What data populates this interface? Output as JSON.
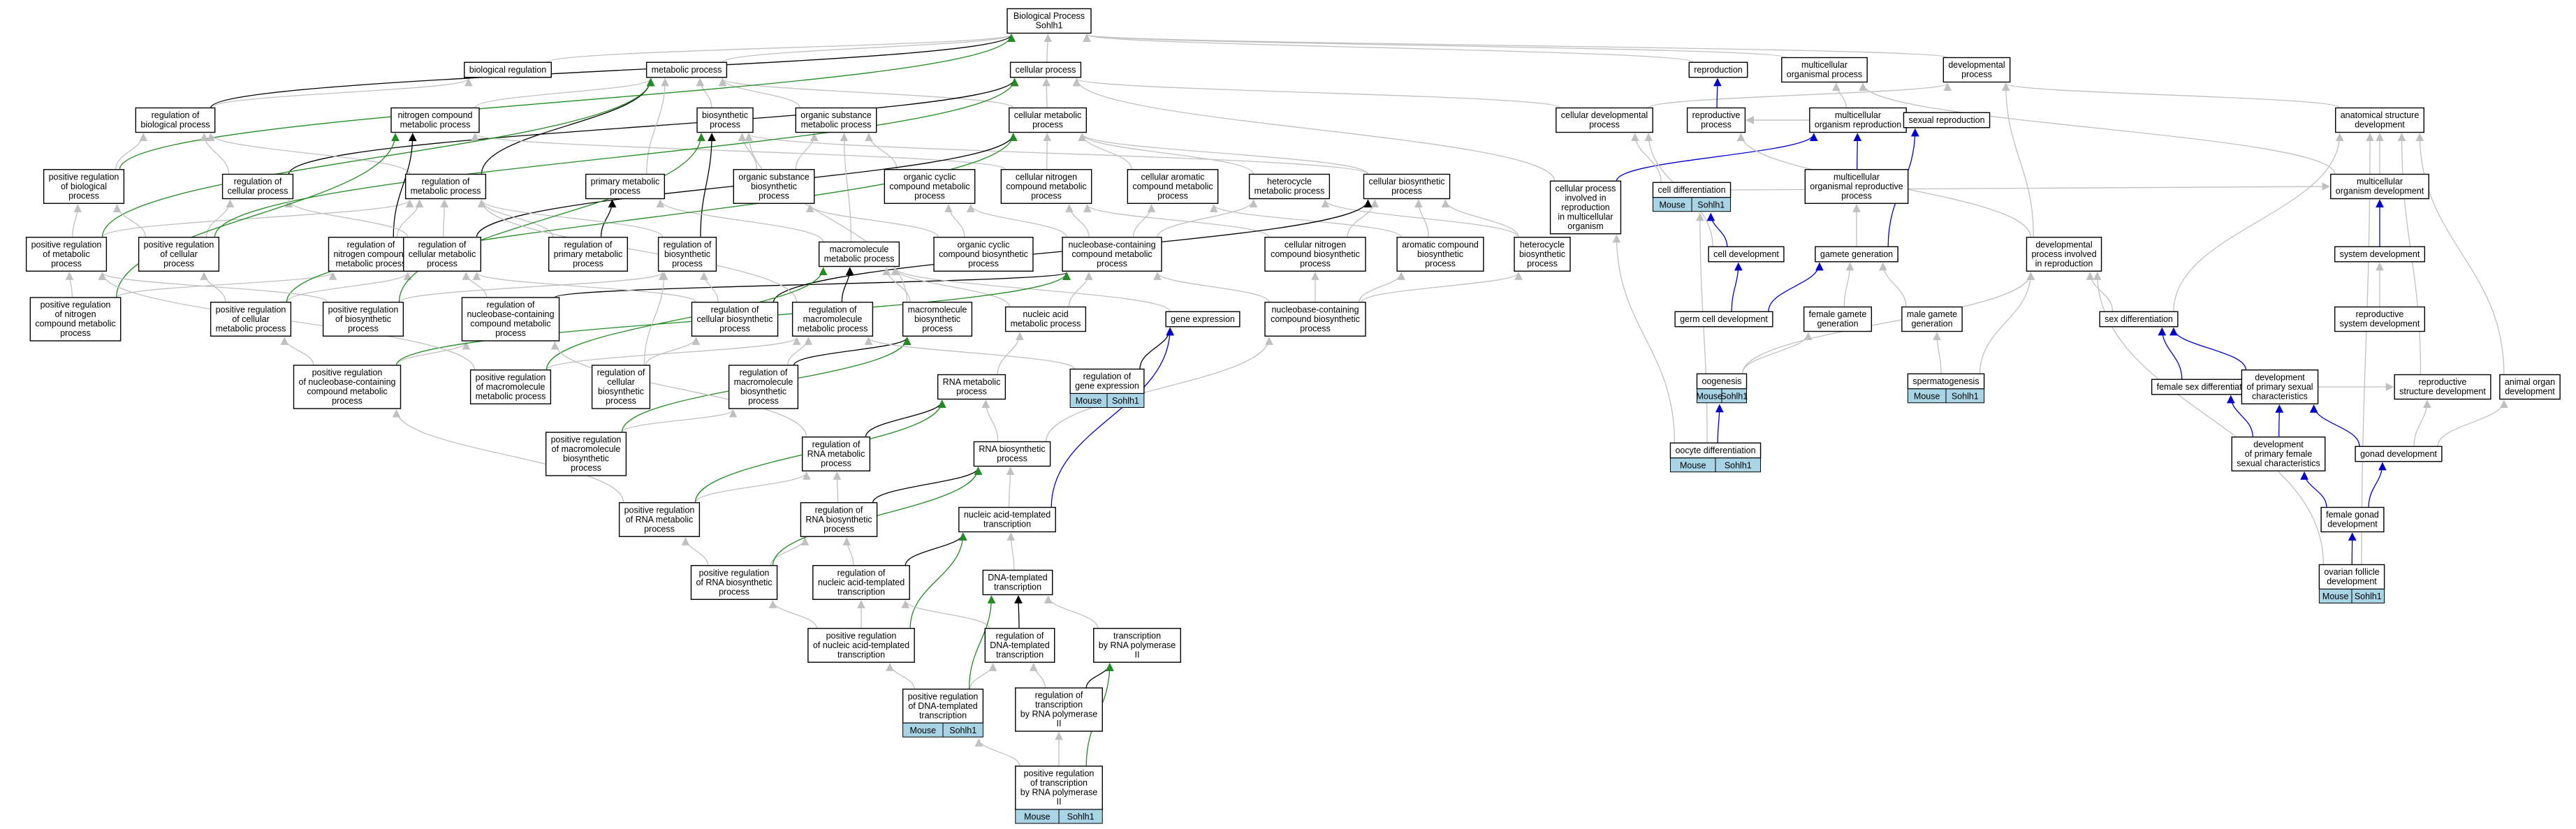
{
  "graph_title": "",
  "colors": {
    "is_a": "#c0c0c0",
    "part_of": "#000000",
    "positively_regulates": "#228b22",
    "regulates": "#000000",
    "annotation": "#0000cc",
    "annotation_fill": "#a8d4e6"
  },
  "annotation_labels": [
    "Mouse",
    "Sohlh1"
  ],
  "nodes": [
    {
      "id": "bp",
      "label": [
        "Biological Process",
        "Sohlh1"
      ]
    },
    {
      "id": "biol_reg",
      "label": [
        "biological regulation"
      ]
    },
    {
      "id": "metab",
      "label": [
        "metabolic process"
      ]
    },
    {
      "id": "cellular",
      "label": [
        "cellular process"
      ]
    },
    {
      "id": "reproduction",
      "label": [
        "reproduction"
      ]
    },
    {
      "id": "multi_org",
      "label": [
        "multicellular",
        "organismal process"
      ]
    },
    {
      "id": "devel",
      "label": [
        "developmental",
        "process"
      ]
    },
    {
      "id": "reg_biol",
      "label": [
        "regulation of",
        "biological process"
      ]
    },
    {
      "id": "nitrogen",
      "label": [
        "nitrogen compound",
        "metabolic process"
      ]
    },
    {
      "id": "biosynth",
      "label": [
        "biosynthetic",
        "process"
      ]
    },
    {
      "id": "org_sub",
      "label": [
        "organic substance",
        "metabolic process"
      ]
    },
    {
      "id": "cell_met",
      "label": [
        "cellular metabolic",
        "process"
      ]
    },
    {
      "id": "cell_dev",
      "label": [
        "cellular developmental",
        "process"
      ]
    },
    {
      "id": "repro_proc",
      "label": [
        "reproductive",
        "process"
      ]
    },
    {
      "id": "multi_repro",
      "label": [
        "multicellular",
        "organism reproduction"
      ]
    },
    {
      "id": "sexual_repro",
      "label": [
        "sexual reproduction"
      ]
    },
    {
      "id": "anat_dev",
      "label": [
        "anatomical structure",
        "development"
      ]
    },
    {
      "id": "pos_reg_biol",
      "label": [
        "positive regulation",
        "of biological",
        "process"
      ]
    },
    {
      "id": "reg_cell",
      "label": [
        "regulation of",
        "cellular process"
      ]
    },
    {
      "id": "reg_metab",
      "label": [
        "regulation of",
        "metabolic process"
      ]
    },
    {
      "id": "primary_met",
      "label": [
        "primary metabolic",
        "process"
      ]
    },
    {
      "id": "org_sub_bio",
      "label": [
        "organic substance",
        "biosynthetic",
        "process"
      ]
    },
    {
      "id": "org_cyc",
      "label": [
        "organic cyclic",
        "compound metabolic",
        "process"
      ]
    },
    {
      "id": "cell_nitro",
      "label": [
        "cellular nitrogen",
        "compound metabolic",
        "process"
      ]
    },
    {
      "id": "cell_arom",
      "label": [
        "cellular aromatic",
        "compound metabolic",
        "process"
      ]
    },
    {
      "id": "hetero_met",
      "label": [
        "heterocycle",
        "metabolic process"
      ]
    },
    {
      "id": "cell_bio",
      "label": [
        "cellular biosynthetic",
        "process"
      ]
    },
    {
      "id": "cp_repro",
      "label": [
        "cellular process",
        "involved in",
        "reproduction",
        "in multicellular",
        "organism"
      ]
    },
    {
      "id": "cell_diff",
      "label": [
        "cell differentiation"
      ]
    },
    {
      "id": "multi_repro_proc",
      "label": [
        "multicellular",
        "organismal reproductive",
        "process"
      ]
    },
    {
      "id": "multi_dev",
      "label": [
        "multicellular",
        "organism development"
      ]
    },
    {
      "id": "pos_reg_met",
      "label": [
        "positive regulation",
        "of metabolic",
        "process"
      ]
    },
    {
      "id": "pos_reg_cell",
      "label": [
        "positive regulation",
        "of cellular",
        "process"
      ]
    },
    {
      "id": "reg_nitro",
      "label": [
        "regulation of",
        "nitrogen compound",
        "metabolic process"
      ]
    },
    {
      "id": "reg_cell_met",
      "label": [
        "regulation of",
        "cellular metabolic",
        "process"
      ]
    },
    {
      "id": "reg_prim",
      "label": [
        "regulation of",
        "primary metabolic",
        "process"
      ]
    },
    {
      "id": "reg_bio",
      "label": [
        "regulation of",
        "biosynthetic",
        "process"
      ]
    },
    {
      "id": "macro_met",
      "label": [
        "macromolecule",
        "metabolic process"
      ]
    },
    {
      "id": "org_cyc_bio",
      "label": [
        "organic cyclic",
        "compound biosynthetic",
        "process"
      ]
    },
    {
      "id": "nucl_met",
      "label": [
        "nucleobase-containing",
        "compound metabolic",
        "process"
      ]
    },
    {
      "id": "cell_nitro_bio",
      "label": [
        "cellular nitrogen",
        "compound biosynthetic",
        "process"
      ]
    },
    {
      "id": "arom_bio",
      "label": [
        "aromatic compound",
        "biosynthetic",
        "process"
      ]
    },
    {
      "id": "hetero_bio",
      "label": [
        "heterocycle",
        "biosynthetic",
        "process"
      ]
    },
    {
      "id": "cell_devproc",
      "label": [
        "cell development"
      ]
    },
    {
      "id": "gamete_gen",
      "label": [
        "gamete generation"
      ]
    },
    {
      "id": "dev_repro",
      "label": [
        "developmental",
        "process involved",
        "in reproduction"
      ]
    },
    {
      "id": "system_dev",
      "label": [
        "system development"
      ]
    },
    {
      "id": "pos_reg_nitro",
      "label": [
        "positive regulation",
        "of nitrogen",
        "compound metabolic",
        "process"
      ]
    },
    {
      "id": "pos_reg_cellmet",
      "label": [
        "positive regulation",
        "of cellular",
        "metabolic process"
      ]
    },
    {
      "id": "pos_reg_bio",
      "label": [
        "positive regulation",
        "of biosynthetic",
        "process"
      ]
    },
    {
      "id": "reg_nucl_met",
      "label": [
        "regulation of",
        "nucleobase-containing",
        "compound metabolic",
        "process"
      ]
    },
    {
      "id": "reg_cell_bio",
      "label": [
        "regulation of",
        "cellular biosynthetic",
        "process"
      ]
    },
    {
      "id": "reg_macro_met",
      "label": [
        "regulation of",
        "macromolecule",
        "metabolic process"
      ]
    },
    {
      "id": "macro_bio",
      "label": [
        "macromolecule",
        "biosynthetic",
        "process"
      ]
    },
    {
      "id": "nucl_acid_met",
      "label": [
        "nucleic acid",
        "metabolic process"
      ]
    },
    {
      "id": "gene_expr",
      "label": [
        "gene expression"
      ]
    },
    {
      "id": "nucl_bio",
      "label": [
        "nucleobase-containing",
        "compound biosynthetic",
        "process"
      ]
    },
    {
      "id": "germ_cell_dev",
      "label": [
        "germ cell development"
      ]
    },
    {
      "id": "female_gamete",
      "label": [
        "female gamete",
        "generation"
      ]
    },
    {
      "id": "male_gamete",
      "label": [
        "male gamete",
        "generation"
      ]
    },
    {
      "id": "sex_diff",
      "label": [
        "sex differentiation"
      ]
    },
    {
      "id": "repro_sys_dev",
      "label": [
        "reproductive",
        "system development"
      ]
    },
    {
      "id": "pos_reg_nucl",
      "label": [
        "positive regulation",
        "of nucleobase-containing",
        "compound metabolic",
        "process"
      ]
    },
    {
      "id": "pos_reg_macro_met",
      "label": [
        "positive regulation",
        "of macromolecule",
        "metabolic process"
      ]
    },
    {
      "id": "reg_cellular_bio",
      "label": [
        "regulation of",
        "cellular",
        "biosynthetic",
        "process"
      ]
    },
    {
      "id": "reg_macro_bio",
      "label": [
        "regulation of",
        "macromolecule",
        "biosynthetic",
        "process"
      ]
    },
    {
      "id": "reg_gene_expr",
      "label": [
        "regulation of",
        "gene expression"
      ]
    },
    {
      "id": "rna_met",
      "label": [
        "RNA metabolic",
        "process"
      ]
    },
    {
      "id": "oogenesis",
      "label": [
        "oogenesis"
      ]
    },
    {
      "id": "spermatogenesis",
      "label": [
        "spermatogenesis"
      ]
    },
    {
      "id": "female_sex_diff",
      "label": [
        "female sex differentiation"
      ]
    },
    {
      "id": "dev_primary_sex",
      "label": [
        "development",
        "of primary sexual",
        "characteristics"
      ]
    },
    {
      "id": "repro_struct_dev",
      "label": [
        "reproductive",
        "structure development"
      ]
    },
    {
      "id": "animal_organ_dev",
      "label": [
        "animal organ",
        "development"
      ]
    },
    {
      "id": "pos_reg_macro_bio",
      "label": [
        "positive regulation",
        "of macromolecule",
        "biosynthetic",
        "process"
      ]
    },
    {
      "id": "reg_rna_met",
      "label": [
        "regulation of",
        "RNA metabolic",
        "process"
      ]
    },
    {
      "id": "rna_bio",
      "label": [
        "RNA biosynthetic",
        "process"
      ]
    },
    {
      "id": "oocyte_diff",
      "label": [
        "oocyte differentiation"
      ]
    },
    {
      "id": "dev_primary_female",
      "label": [
        "development",
        "of primary female",
        "sexual characteristics"
      ]
    },
    {
      "id": "gonad_dev",
      "label": [
        "gonad development"
      ]
    },
    {
      "id": "pos_reg_rna_met",
      "label": [
        "positive regulation",
        "of RNA metabolic",
        "process"
      ]
    },
    {
      "id": "reg_rna_bio",
      "label": [
        "regulation of",
        "RNA biosynthetic",
        "process"
      ]
    },
    {
      "id": "nat_transcription",
      "label": [
        "nucleic acid-templated",
        "transcription"
      ]
    },
    {
      "id": "female_gonad_dev",
      "label": [
        "female gonad",
        "development"
      ]
    },
    {
      "id": "pos_reg_rna_bio",
      "label": [
        "positive regulation",
        "of RNA biosynthetic",
        "process"
      ]
    },
    {
      "id": "reg_nat_transcription",
      "label": [
        "regulation of",
        "nucleic acid-templated",
        "transcription"
      ]
    },
    {
      "id": "dna_transcription",
      "label": [
        "DNA-templated",
        "transcription"
      ]
    },
    {
      "id": "ovarian_follicle",
      "label": [
        "ovarian follicle",
        "development"
      ]
    },
    {
      "id": "pos_reg_nat",
      "label": [
        "positive regulation",
        "of nucleic acid-templated",
        "transcription"
      ]
    },
    {
      "id": "reg_dna_transcription",
      "label": [
        "regulation of",
        "DNA-templated",
        "transcription"
      ]
    },
    {
      "id": "transcription_pol2",
      "label": [
        "transcription",
        "by RNA polymerase",
        "II"
      ]
    },
    {
      "id": "pos_reg_dna",
      "label": [
        "positive regulation",
        "of DNA-templated",
        "transcription"
      ]
    },
    {
      "id": "reg_transcription_pol2",
      "label": [
        "regulation of",
        "transcription",
        "by RNA polymerase",
        "II"
      ]
    },
    {
      "id": "pos_reg_transcription_pol2",
      "label": [
        "positive regulation",
        "of transcription",
        "by RNA polymerase",
        "II"
      ]
    }
  ],
  "annotated_nodes": [
    "cell_diff",
    "reg_gene_expr",
    "oogenesis",
    "spermatogenesis",
    "oocyte_diff",
    "ovarian_follicle",
    "pos_reg_dna",
    "pos_reg_transcription_pol2"
  ]
}
